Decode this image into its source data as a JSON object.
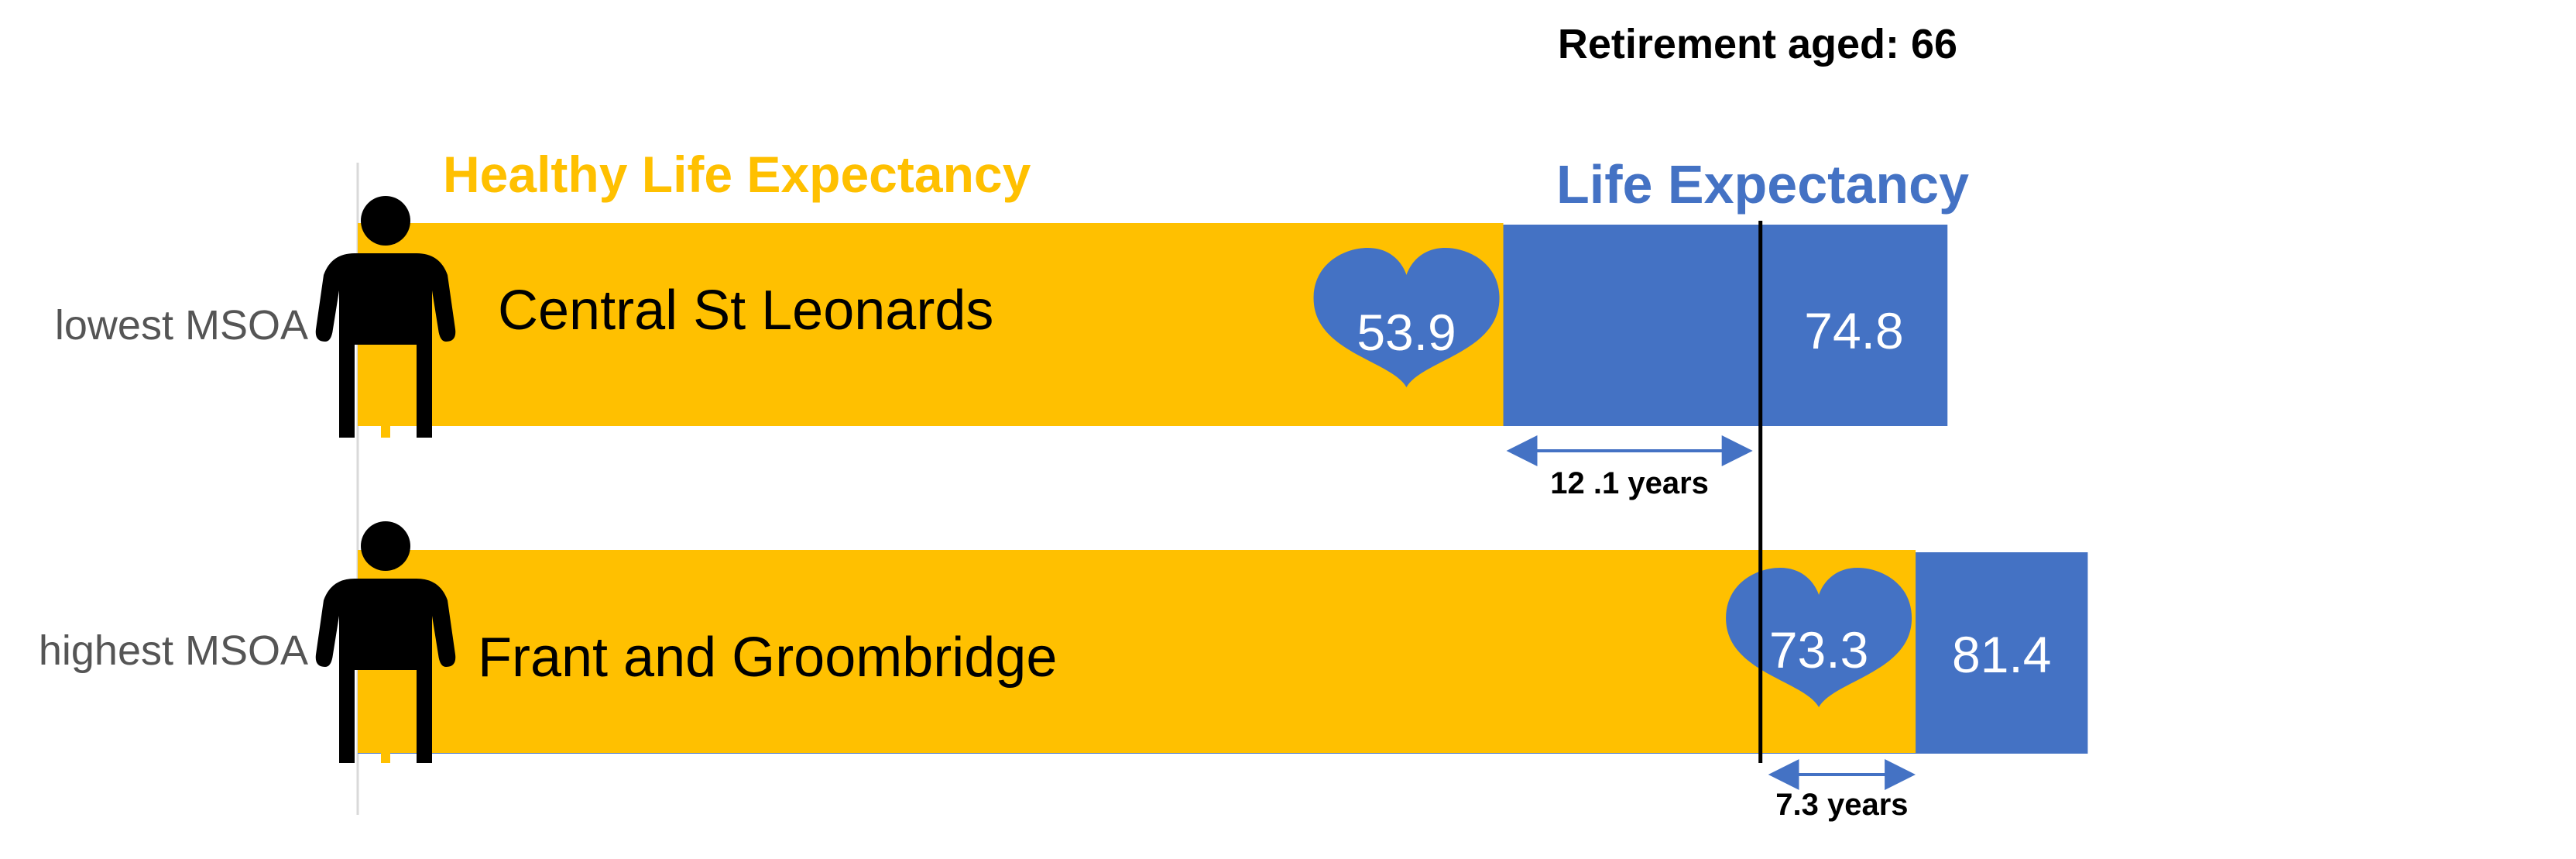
{
  "chart_data": {
    "type": "bar",
    "title": "Retirement aged: 66",
    "retirement_age": 66,
    "series": [
      {
        "name": "Healthy Life Expectancy",
        "color": "#FFC000"
      },
      {
        "name": "Life Expectancy",
        "color": "#4472C4"
      }
    ],
    "rows": [
      {
        "category": "lowest MSOA",
        "area": "Central St Leonards",
        "healthy_life_expectancy": 53.9,
        "healthy_label": "53.9",
        "life_expectancy": 74.8,
        "life_label": "74.8",
        "gap_label": "12 .1 years",
        "gap_years": 12.1
      },
      {
        "category": "highest MSOA",
        "area": "Frant and Groombridge",
        "healthy_life_expectancy": 73.3,
        "healthy_label": "73.3",
        "life_expectancy": 81.4,
        "life_label": "81.4",
        "gap_label": "7.3 years",
        "gap_years": 7.3
      }
    ],
    "colors": {
      "healthy": "#FFC000",
      "life": "#4472C4",
      "accent_text": "#4472C4",
      "arrow": "#4472C4"
    },
    "icons": {
      "person": "person-icon",
      "heart": "heart-icon"
    }
  }
}
